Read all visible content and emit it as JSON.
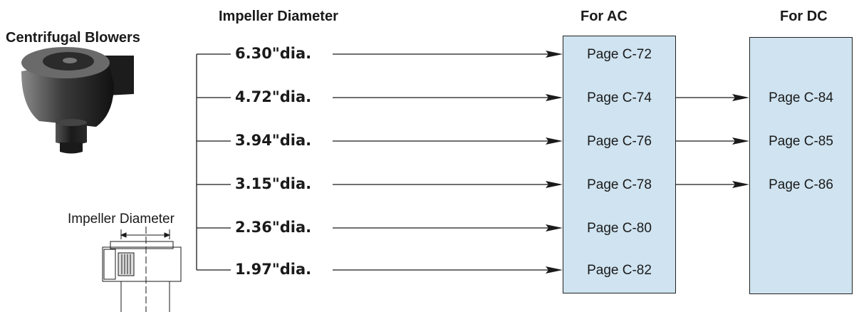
{
  "title": "Centrifugal Blowers",
  "headers": {
    "impeller": "Impeller Diameter",
    "ac": "For AC",
    "dc": "For DC"
  },
  "side_label": "Impeller Diameter",
  "rows": [
    {
      "diameter": "6.30\"dia.",
      "ac_page": "Page C-72",
      "dc_page": ""
    },
    {
      "diameter": "4.72\"dia.",
      "ac_page": "Page C-74",
      "dc_page": "Page C-84"
    },
    {
      "diameter": "3.94\"dia.",
      "ac_page": "Page C-76",
      "dc_page": "Page C-85"
    },
    {
      "diameter": "3.15\"dia.",
      "ac_page": "Page C-78",
      "dc_page": "Page C-86"
    },
    {
      "diameter": "2.36\"dia.",
      "ac_page": "Page C-80",
      "dc_page": ""
    },
    {
      "diameter": "1.97\"dia.",
      "ac_page": "Page C-82",
      "dc_page": ""
    }
  ],
  "colors": {
    "box_fill": "#cfe3f0",
    "line": "#1a1a1a"
  }
}
